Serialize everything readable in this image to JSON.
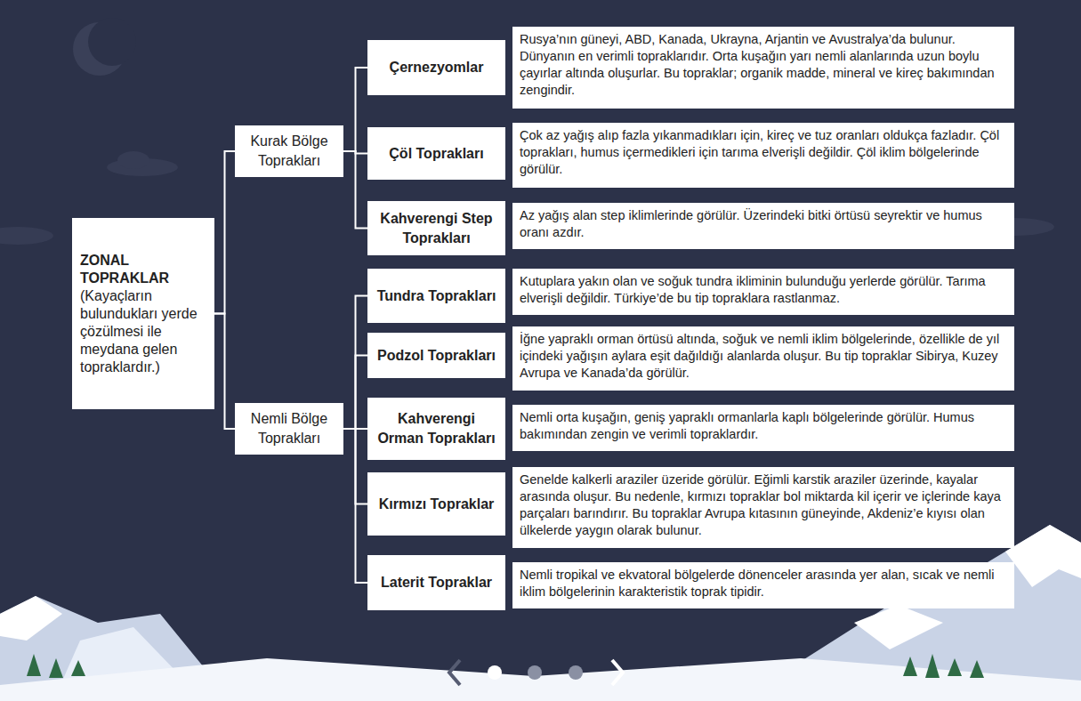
{
  "diagram": {
    "nodes": [
      {
        "text": [
          "ZONAL TOPRAKLAR",
          "(Kayaçların bulundukları yerde çözülmesi ile meydana gelen topraklardır.)"
        ]
      },
      {
        "text": [
          "Kurak Bölge Toprakları"
        ]
      },
      {
        "text": [
          "Çernezyomlar"
        ]
      },
      {
        "text": [
          "Rusya’nın güneyi, ABD, Kanada, Ukrayna, Arjantin ve Avustralya’da bulunur. Dünyanın en verimli topraklarıdır. Orta kuşağın yarı nemli alanlarında uzun boylu çayırlar altında oluşurlar. Bu topraklar; organik madde, mineral ve kireç bakımından zengindir."
        ]
      },
      {
        "text": [
          "Çöl Toprakları"
        ]
      },
      {
        "text": [
          "Çok az yağış alıp fazla yıkanmadıkları için, kireç ve tuz oranları oldukça fazladır. Çöl toprakları, humus içermedikleri için tarıma elverişli değildir. Çöl iklim bölgelerinde görülür."
        ]
      },
      {
        "text": [
          "Kahverengi Step Toprakları"
        ]
      },
      {
        "text": [
          "Az yağış alan step iklimlerinde görülür. Üzerindeki bitki örtüsü seyrektir ve humus oranı azdır."
        ]
      },
      {
        "text": [
          "Nemli Bölge Toprakları"
        ]
      },
      {
        "text": [
          "Tundra Toprakları"
        ]
      },
      {
        "text": [
          "Kutuplara yakın olan ve soğuk tundra ikliminin bulunduğu yerlerde görülür. Tarıma elverişli değildir. Türkiye’de bu tip topraklara rastlanmaz."
        ]
      },
      {
        "text": [
          "Podzol Toprakları"
        ]
      },
      {
        "text": [
          "İğne yapraklı orman örtüsü altında, soğuk ve nemli iklim bölgelerinde, özellikle de yıl içindeki yağışın aylara eşit dağıldığı alanlarda oluşur. Bu tip topraklar Sibirya, Kuzey Avrupa ve Kanada’da görülür."
        ]
      },
      {
        "text": [
          "Kahverengi Orman Toprakları"
        ]
      },
      {
        "text": [
          "Nemli orta kuşağın, geniş yapraklı ormanlarla kaplı bölgelerinde görülür. Humus bakımından zengin ve verimli topraklardır."
        ]
      },
      {
        "text": [
          "Kırmızı Topraklar"
        ]
      },
      {
        "text": [
          "Genelde kalkerli araziler üzeride görülür. Eğimli karstik araziler üzerinde, kayalar arasında oluşur. Bu nedenle, kırmızı topraklar bol miktarda kil içerir ve içlerinde kaya parçaları barındırır. Bu topraklar Avrupa kıtasının güneyinde, Akdeniz’e kıyısı olan ülkelerde yaygın olarak bulunur."
        ]
      },
      {
        "text": [
          "Laterit Topraklar"
        ]
      },
      {
        "text": [
          "Nemli tropikal ve ekvatoral bölgelerde dönenceler arasında yer alan, sıcak ve nemli iklim bölgelerinin karakteristik toprak tipidir."
        ]
      }
    ],
    "edges": [
      {
        "from": 0,
        "to": 1,
        "arrow": "none"
      },
      {
        "from": 0,
        "to": 8,
        "arrow": "none"
      },
      {
        "from": 1,
        "to": 2,
        "arrow": "none"
      },
      {
        "from": 1,
        "to": 4,
        "arrow": "none"
      },
      {
        "from": 1,
        "to": 6,
        "arrow": "none"
      },
      {
        "from": 8,
        "to": 9,
        "arrow": "none"
      },
      {
        "from": 8,
        "to": 11,
        "arrow": "none"
      },
      {
        "from": 8,
        "to": 13,
        "arrow": "none"
      },
      {
        "from": 8,
        "to": 15,
        "arrow": "none"
      },
      {
        "from": 8,
        "to": 17,
        "arrow": "none"
      }
    ]
  }
}
